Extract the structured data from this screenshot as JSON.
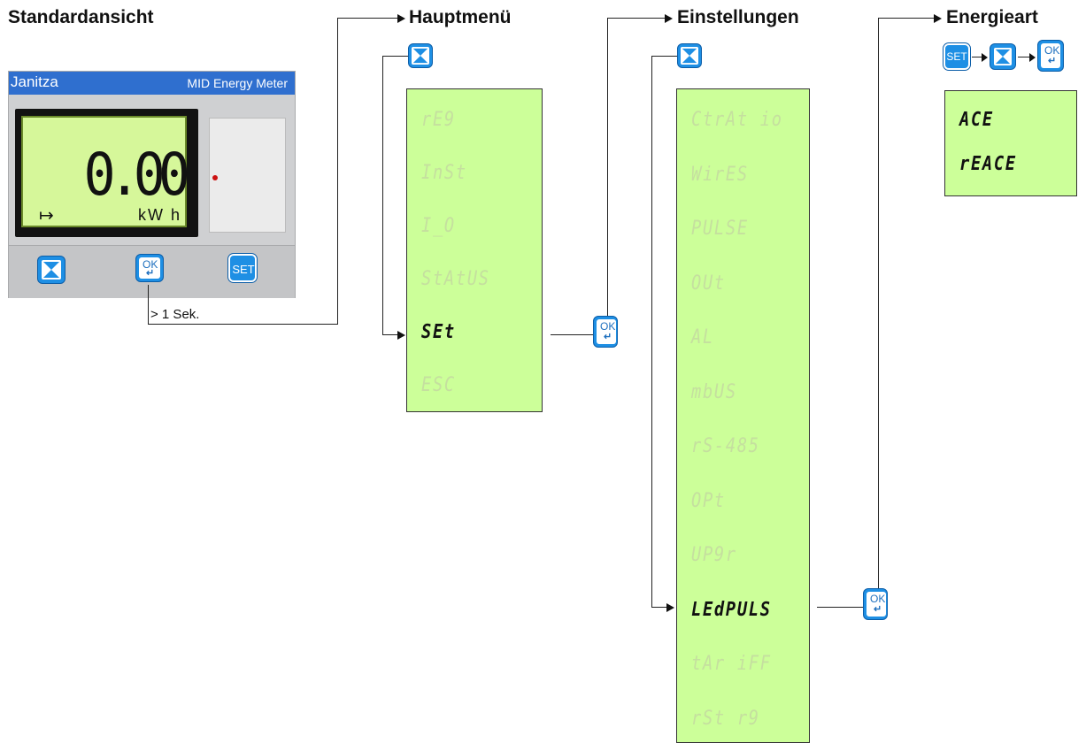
{
  "headings": {
    "standard": "Standardansicht",
    "hauptmenu": "Hauptmenü",
    "einstellungen": "Einstellungen",
    "energieart": "Energieart"
  },
  "meter": {
    "brand": "Janitza",
    "model": "MID Energy Meter",
    "display_value": "0.00",
    "display_arrow": "↦",
    "display_unit": "kW h"
  },
  "buttons": {
    "down_label": "",
    "ok_label": "OK",
    "enter_symbol": "↵",
    "set_label": "SET"
  },
  "hold_hint": "> 1 Sek.",
  "hauptmenu_items": [
    "rE9",
    "InSt",
    "I_O",
    "StAtUS",
    "SEt",
    "ESC"
  ],
  "hauptmenu_active": "SEt",
  "einstellungen_items": [
    "CtrAt io",
    "WirES",
    "PULSE",
    "OUt",
    "AL",
    "mbUS",
    "rS-485",
    "OPt",
    "UP9r",
    "LEdPULS",
    "tAr iFF",
    "rSt r9"
  ],
  "einstellungen_active": "LEdPULS",
  "energieart_items": [
    "ACE",
    "rEACE"
  ],
  "colors": {
    "lcd_green": "#ccff99",
    "button_blue": "#1e8fe4",
    "title_bar_blue": "#2f6fcf",
    "inactive_text": "#c5df9f",
    "led_red": "#cc1111"
  }
}
